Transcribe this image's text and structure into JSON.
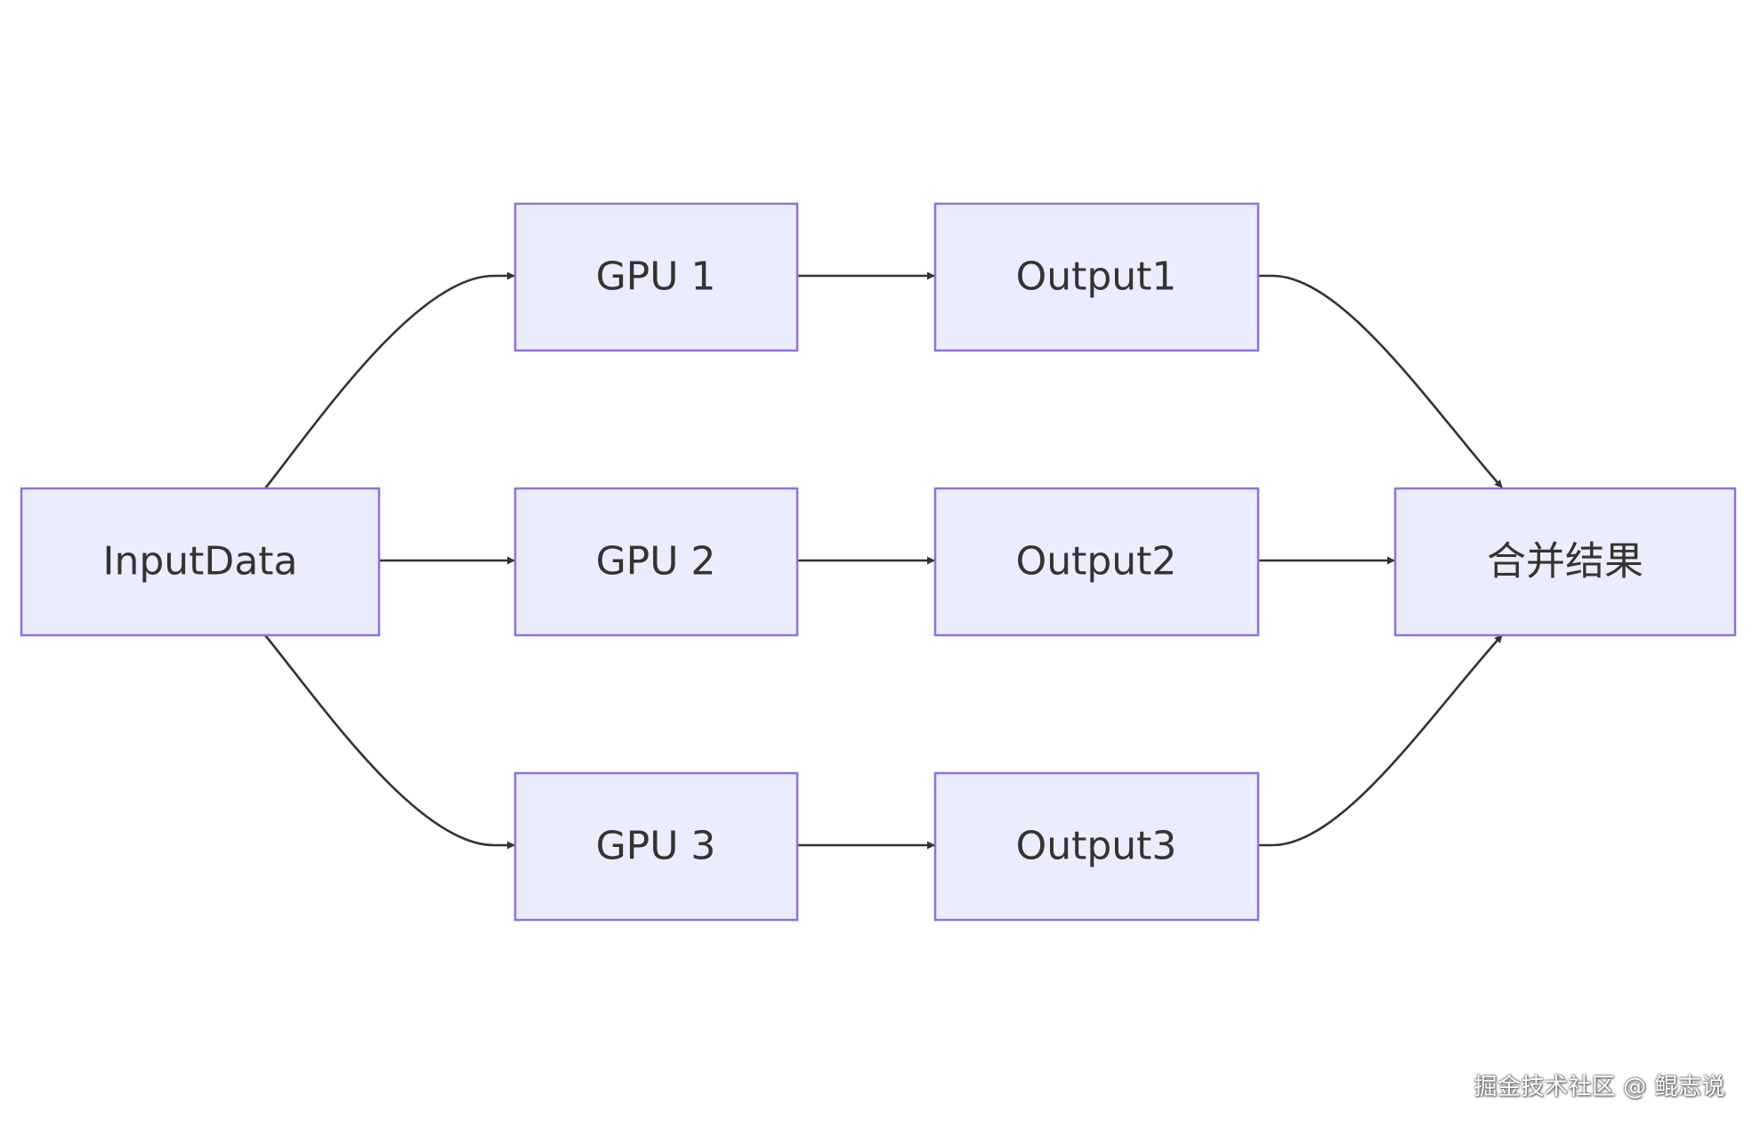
{
  "colors": {
    "node_fill": "#ECECFF",
    "node_stroke": "#9370DB",
    "node_text": "#333333",
    "edge": "#333333"
  },
  "nodes": {
    "input": {
      "label": "InputData"
    },
    "gpu1": {
      "label": "GPU 1"
    },
    "gpu2": {
      "label": "GPU 2"
    },
    "gpu3": {
      "label": "GPU 3"
    },
    "out1": {
      "label": "Output1"
    },
    "out2": {
      "label": "Output2"
    },
    "out3": {
      "label": "Output3"
    },
    "merge": {
      "label": "合并结果"
    }
  },
  "edges": [
    {
      "from": "input",
      "to": "gpu1"
    },
    {
      "from": "input",
      "to": "gpu2"
    },
    {
      "from": "input",
      "to": "gpu3"
    },
    {
      "from": "gpu1",
      "to": "out1"
    },
    {
      "from": "gpu2",
      "to": "out2"
    },
    {
      "from": "gpu3",
      "to": "out3"
    },
    {
      "from": "out1",
      "to": "merge"
    },
    {
      "from": "out2",
      "to": "merge"
    },
    {
      "from": "out3",
      "to": "merge"
    }
  ],
  "watermark": "掘金技术社区 @ 鲲志说"
}
